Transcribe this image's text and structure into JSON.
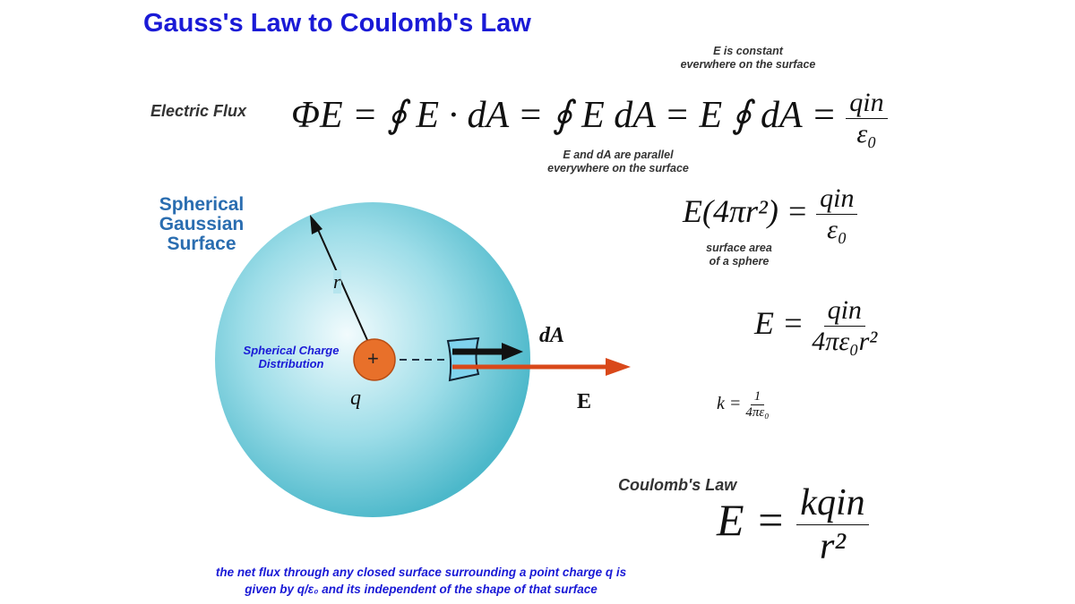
{
  "title": "Gauss's Law to Coulomb's Law",
  "notes": {
    "e_constant_1": "E is constant",
    "e_constant_2": "everwhere on the surface",
    "parallel_1": "E and dA are parallel",
    "parallel_2": "everywhere on the surface",
    "surface_area_1": "surface area",
    "surface_area_2": "of a sphere"
  },
  "labels": {
    "electric_flux": "Electric Flux",
    "coulombs_law": "Coulomb's Law",
    "gaussian_surface": [
      "Spherical",
      "Gaussian",
      "Surface"
    ],
    "charge_distribution": [
      "Spherical Charge",
      "Distribution"
    ],
    "r": "r",
    "q": "q",
    "plus": "+",
    "dA": "dA",
    "E": "E"
  },
  "equations": {
    "flux": "ΦE = ∮ E · dA = ∮ E dA = E ∮ dA =",
    "flux_num": "qin",
    "flux_den": "ε₀",
    "area_lhs": "E(4πr²) =",
    "area_num": "qin",
    "area_den": "ε₀",
    "field_lhs": "E =",
    "field_num": "qin",
    "field_den": "4πε₀r²",
    "k_lhs": "k =",
    "k_num": "1",
    "k_den": "4πε₀",
    "coulomb_lhs": "E =",
    "coulomb_num": "kqin",
    "coulomb_den": "r²"
  },
  "footer": [
    "the net flux through any closed surface surrounding a point charge q is",
    "given by q/ε₀ and its independent of the shape of that surface"
  ],
  "colors": {
    "title": "#1a1ad6",
    "sphere": "#5bc3d3",
    "charge": "#e8702a",
    "e_arrow": "#d9481a"
  }
}
